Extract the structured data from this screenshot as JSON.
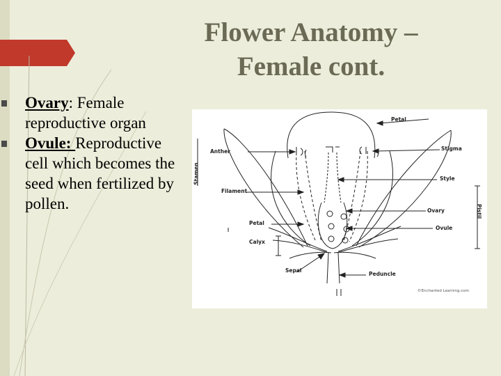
{
  "title": {
    "line1": "Flower Anatomy –",
    "line2": "Female cont."
  },
  "bullets": [
    {
      "term": "Ovary",
      "suffix": ": Female reproductive organ"
    },
    {
      "term": "Ovule: ",
      "suffix": "Reproductive cell which becomes the seed when fertilized by pollen."
    }
  ],
  "diagram": {
    "labels": {
      "petal_top": "Petal",
      "stigma": "Stigma",
      "anther": "Anther",
      "stamen": "Stamen",
      "style": "Style",
      "filament": "Filament",
      "pistil": "Pistil",
      "ovary": "Ovary",
      "petal_left": "Petal",
      "ovule": "Ovule",
      "calyx": "Calyx",
      "sepal": "Sepal",
      "peduncle": "Peduncle"
    },
    "credit": "©Enchanted Learning.com"
  },
  "colors": {
    "background": "#ededdb",
    "accent": "#c0392b",
    "title": "#6b6a55"
  }
}
